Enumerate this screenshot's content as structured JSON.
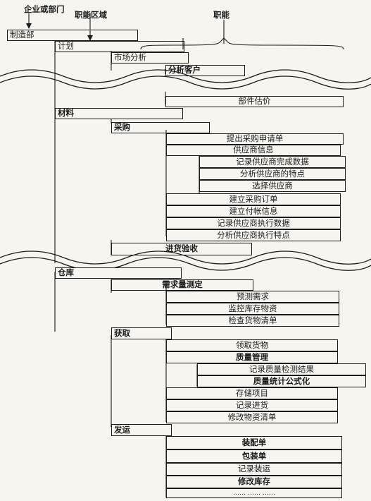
{
  "header": {
    "enterprise": "企业或部门",
    "area": "职能区域",
    "function": "职能"
  },
  "boxes": {
    "zhizaobu": "制造部",
    "jihua": "计划",
    "shichangfenxi": "市场分析",
    "fenxikehu": "分析客户",
    "bujianguji": "部件估价",
    "cailiao": "材料",
    "caigou": "采购",
    "tichu": "提出采购申请单",
    "gongyingshangxinxi": "供应商信息",
    "jiluwancheng": "记录供应商完成数据",
    "fenxitedian": "分析供应商的特点",
    "xuanze": "选择供应商",
    "jianlidingdan": "建立采购订单",
    "jianlifuzhang": "建立付帐信息",
    "jiluzhixing": "记录供应商执行数据",
    "fenxizhixing": "分析供应商执行特点",
    "jinhuo": "进货验收",
    "cangku": "仓库",
    "xuqiu": "需求量测定",
    "yuce": "预测需求",
    "jiankong": "监控库存物资",
    "jiancha": "检查货物清单",
    "huoqu": "获取",
    "lingqu": "领取货物",
    "zhiliang": "质量管理",
    "jilujiance": "记录质量检测结果",
    "tongji": "质量统计公式化",
    "cunchu": "存储项目",
    "jilujinhuo": "记录进货",
    "xiugai": "修改物资清单",
    "fayun": "发运",
    "zhuangpei": "装配单",
    "baozhuang": "包装单",
    "jiluzhuangyun": "记录装运",
    "xiugaikucun": "修改库存",
    "bottom": "…… …… ……"
  }
}
